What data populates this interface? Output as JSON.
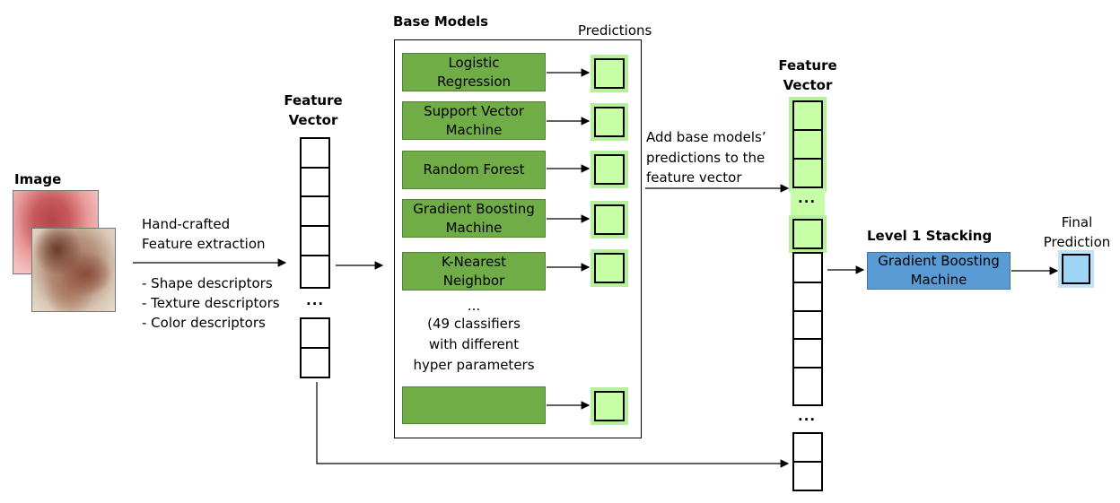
{
  "image_section": {
    "title": "Image"
  },
  "feature_extraction": {
    "line1": "Hand-crafted",
    "line2": "Feature extraction",
    "descriptors": [
      "- Shape descriptors",
      "- Texture descriptors",
      "- Color descriptors"
    ]
  },
  "feature_vector_1": {
    "title_line1": "Feature",
    "title_line2": "Vector",
    "ellipsis": "..."
  },
  "base_models": {
    "title": "Base Models",
    "predictions_label": "Predictions",
    "models": [
      {
        "line1": "Logistic",
        "line2": "Regression"
      },
      {
        "line1": "Support Vector",
        "line2": "Machine"
      },
      {
        "line1": "Random Forest",
        "line2": ""
      },
      {
        "line1": "Gradient Boosting",
        "line2": "Machine"
      },
      {
        "line1": "K-Nearest",
        "line2": "Neighbor"
      },
      {
        "line1": "",
        "line2": ""
      }
    ],
    "ellipsis": "...",
    "note_line1": "(49 classifiers",
    "note_line2": "with different",
    "note_line3": "hyper parameters"
  },
  "add_predictions": {
    "line1": "Add base models’",
    "line2": "predictions to the",
    "line3": "feature vector"
  },
  "feature_vector_2": {
    "title_line1": "Feature",
    "title_line2": "Vector",
    "ellipsis_top": "...",
    "ellipsis_bottom": "..."
  },
  "stacking": {
    "title": "Level 1 Stacking",
    "box_line1": "Gradient Boosting",
    "box_line2": "Machine"
  },
  "final": {
    "line1": "Final",
    "line2": "Prediction"
  },
  "colors": {
    "model_box": "#70ad47",
    "prediction_box": "#c6ffa5",
    "stacking_box": "#5b9bd5",
    "final_box": "#9dd3f5"
  }
}
